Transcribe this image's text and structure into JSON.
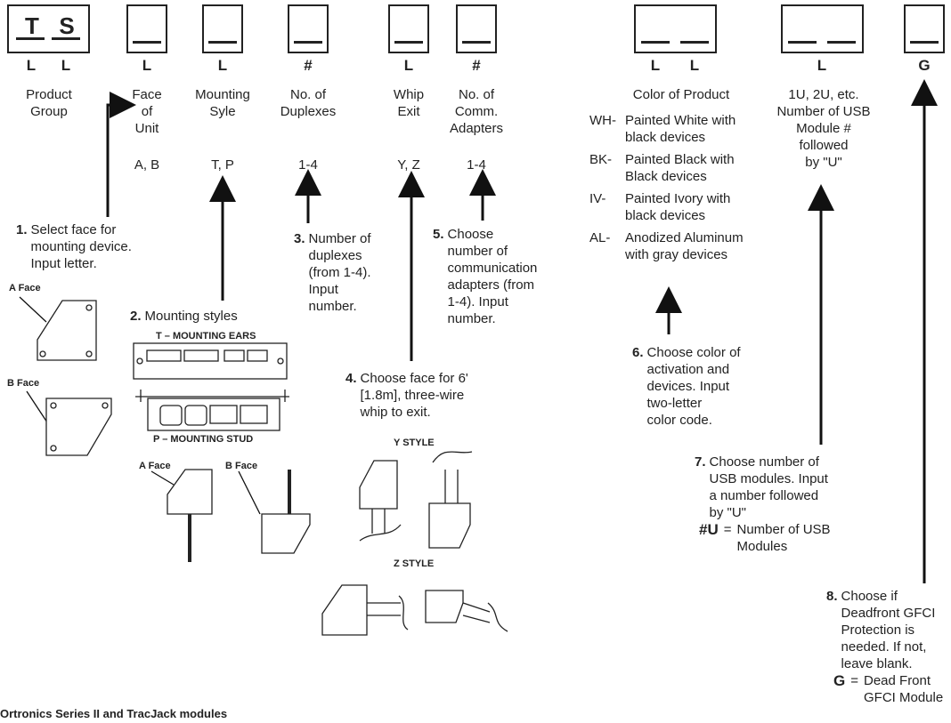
{
  "fields": [
    {
      "code": "T",
      "type": "L",
      "label": "Product\nGroup",
      "options": ""
    },
    {
      "code": "S",
      "type": "L",
      "label": "",
      "options": ""
    },
    {
      "code": "",
      "type": "L",
      "label": "Face\nof\nUnit",
      "options": "A, B"
    },
    {
      "code": "",
      "type": "L",
      "label": "Mounting\nSyle",
      "options": "T, P"
    },
    {
      "code": "",
      "type": "#",
      "label": "No. of\nDuplexes",
      "options": "1-4"
    },
    {
      "code": "",
      "type": "L",
      "label": "Whip\nExit",
      "options": "Y, Z"
    },
    {
      "code": "",
      "type": "#",
      "label": "No. of\nComm.\nAdapters",
      "options": "1-4"
    },
    {
      "code": "",
      "type": "L",
      "label": "Color of Product",
      "options": ""
    },
    {
      "code": "",
      "type": "L",
      "label": "",
      "options": ""
    },
    {
      "code": "",
      "type": "L",
      "label": "1U, 2U, etc.\nNumber of USB\nModule #\nfollowed\nby \"U\"",
      "options": ""
    },
    {
      "code": "",
      "type": "G",
      "label": "",
      "options": ""
    }
  ],
  "colors": [
    {
      "code": "WH-",
      "desc": "Painted White with\nblack devices"
    },
    {
      "code": "BK-",
      "desc": "Painted Black with\nBlack devices"
    },
    {
      "code": "IV-",
      "desc": "Painted Ivory with\nblack devices"
    },
    {
      "code": "AL-",
      "desc": "Anodized Aluminum\nwith gray devices"
    }
  ],
  "steps": {
    "s1": {
      "num": "1.",
      "text": "Select face for\nmounting device.\nInput letter."
    },
    "s2": {
      "num": "2.",
      "text": "Mounting styles"
    },
    "s3": {
      "num": "3.",
      "text": "Number of\nduplexes\n(from 1-4).\nInput\nnumber."
    },
    "s4": {
      "num": "4.",
      "text": "Choose face for 6'\n[1.8m], three-wire\nwhip to exit."
    },
    "s5": {
      "num": "5.",
      "text": "Choose\nnumber of\ncommunication\nadapters (from\n1-4). Input\nnumber."
    },
    "s6": {
      "num": "6.",
      "text": "Choose color of\nactivation and\ndevices. Input\ntwo-letter\ncolor code."
    },
    "s7": {
      "num": "7.",
      "text": "Choose number of\nUSB modules. Input\na number followed\nby \"U\"",
      "key": "#U",
      "key_eq": "=",
      "key_desc": "Number of USB\nModules"
    },
    "s8": {
      "num": "8.",
      "text": "Choose if\nDeadfront GFCI\nProtection is\nneeded. If not,\nleave blank.",
      "key": "G",
      "key_eq": "=",
      "key_desc": "Dead Front\nGFCI Module"
    }
  },
  "illustrations": {
    "a_face": "A Face",
    "b_face": "B Face",
    "mounting_ears": "T – MOUNTING EARS",
    "mounting_stud": "P – MOUNTING STUD",
    "a_face_2": "A Face",
    "b_face_2": "B Face",
    "y_style": "Y STYLE",
    "z_style": "Z STYLE"
  },
  "footnote": "Ortronics Series II and TracJack modules"
}
